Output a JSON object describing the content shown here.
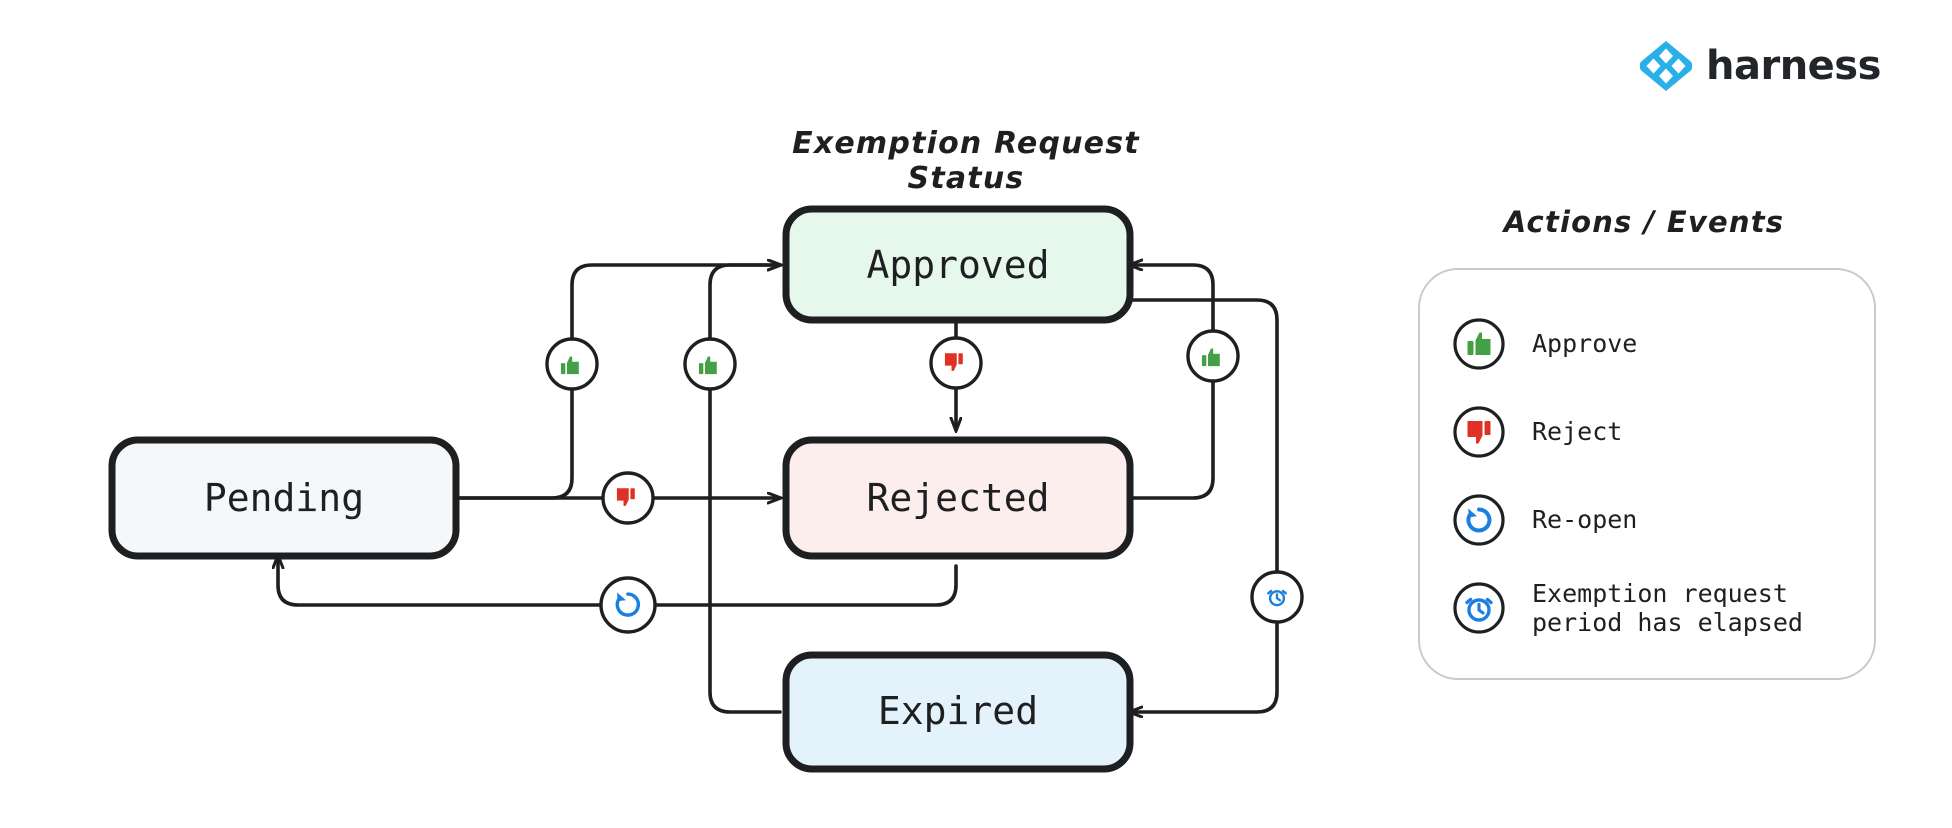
{
  "brand": {
    "name": "harness",
    "logo_icon": "harness-diamond-logo",
    "color": "#2ab0e8"
  },
  "diagram": {
    "title": "Exemption Request Status",
    "type": "state-machine",
    "nodes": [
      {
        "id": "pending",
        "label": "Pending",
        "fill": "#f6f7f9",
        "stroke": "#1d1f21"
      },
      {
        "id": "approved",
        "label": "Approved",
        "fill": "#e6f7ec",
        "stroke": "#1d1f21"
      },
      {
        "id": "rejected",
        "label": "Rejected",
        "fill": "#fdeeee",
        "stroke": "#1d1f21"
      },
      {
        "id": "expired",
        "label": "Expired",
        "fill": "#e3f2fb",
        "stroke": "#1d1f21"
      }
    ],
    "transitions": [
      {
        "from": "pending",
        "to": "approved",
        "event": "approve",
        "icon": "thumbs-up-icon"
      },
      {
        "from": "pending",
        "to": "rejected",
        "event": "reject",
        "icon": "thumbs-down-icon"
      },
      {
        "from": "approved",
        "to": "rejected",
        "event": "reject",
        "icon": "thumbs-down-icon"
      },
      {
        "from": "rejected",
        "to": "approved",
        "event": "approve",
        "icon": "thumbs-up-icon"
      },
      {
        "from": "expired",
        "to": "approved",
        "event": "approve",
        "icon": "thumbs-up-icon"
      },
      {
        "from": "rejected",
        "to": "pending",
        "event": "re-open",
        "icon": "reopen-icon"
      },
      {
        "from": "approved",
        "to": "expired",
        "event": "period-elapsed",
        "icon": "alarm-clock-icon"
      }
    ]
  },
  "legend": {
    "title": "Actions / Events",
    "items": [
      {
        "icon": "thumbs-up-icon",
        "label": "Approve",
        "color": "#43a047"
      },
      {
        "icon": "thumbs-down-icon",
        "label": "Reject",
        "color": "#e03127"
      },
      {
        "icon": "reopen-icon",
        "label": "Re-open",
        "color": "#1a7fe0"
      },
      {
        "icon": "alarm-clock-icon",
        "label": "Exemption request\nperiod has elapsed",
        "color": "#1a7fe0"
      }
    ]
  }
}
